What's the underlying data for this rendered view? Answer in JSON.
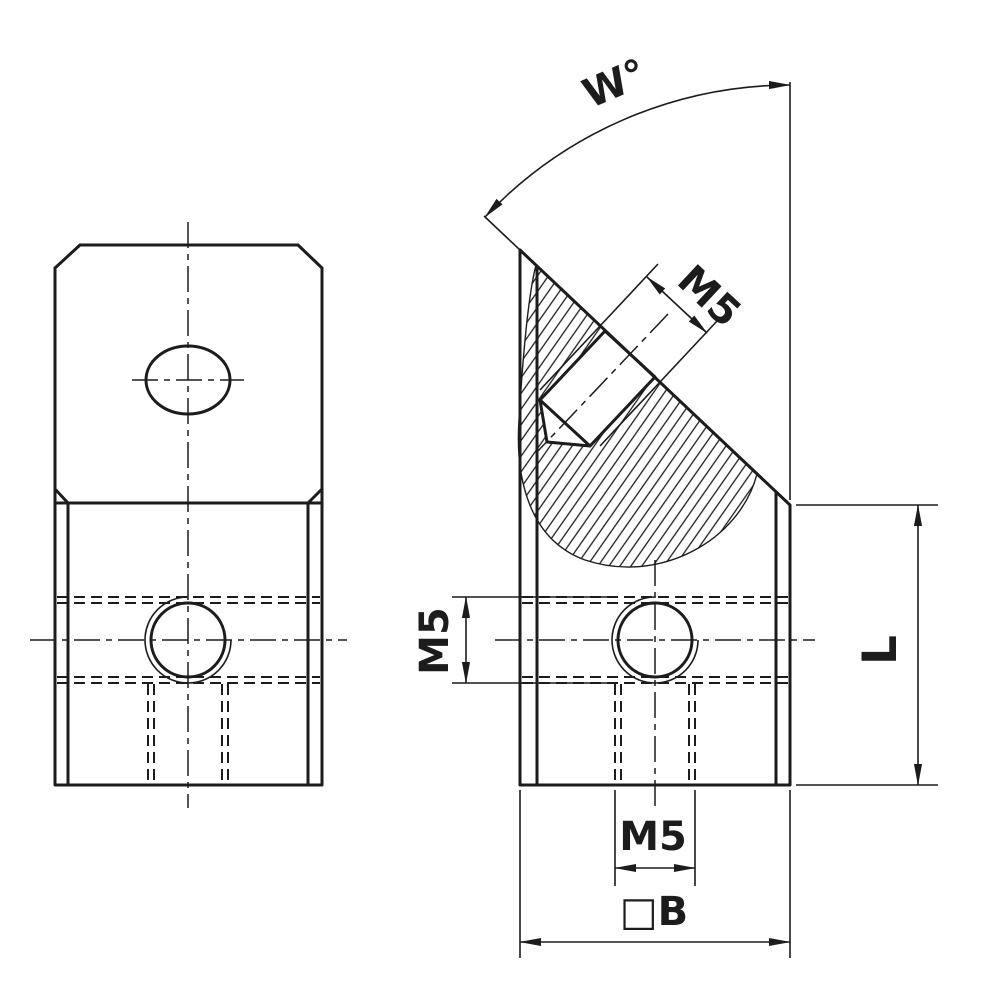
{
  "drawing": {
    "background": "#ffffff",
    "line_color": "#1c1c1c",
    "views": [
      {
        "id": "front-view"
      },
      {
        "id": "side-view"
      }
    ],
    "dimensions": {
      "angle_label": "W°",
      "angled_hole_label": "M5",
      "cross_hole_label": "M5",
      "bottom_hole_label": "M5",
      "length_label": "L",
      "width_label": "□B"
    }
  }
}
